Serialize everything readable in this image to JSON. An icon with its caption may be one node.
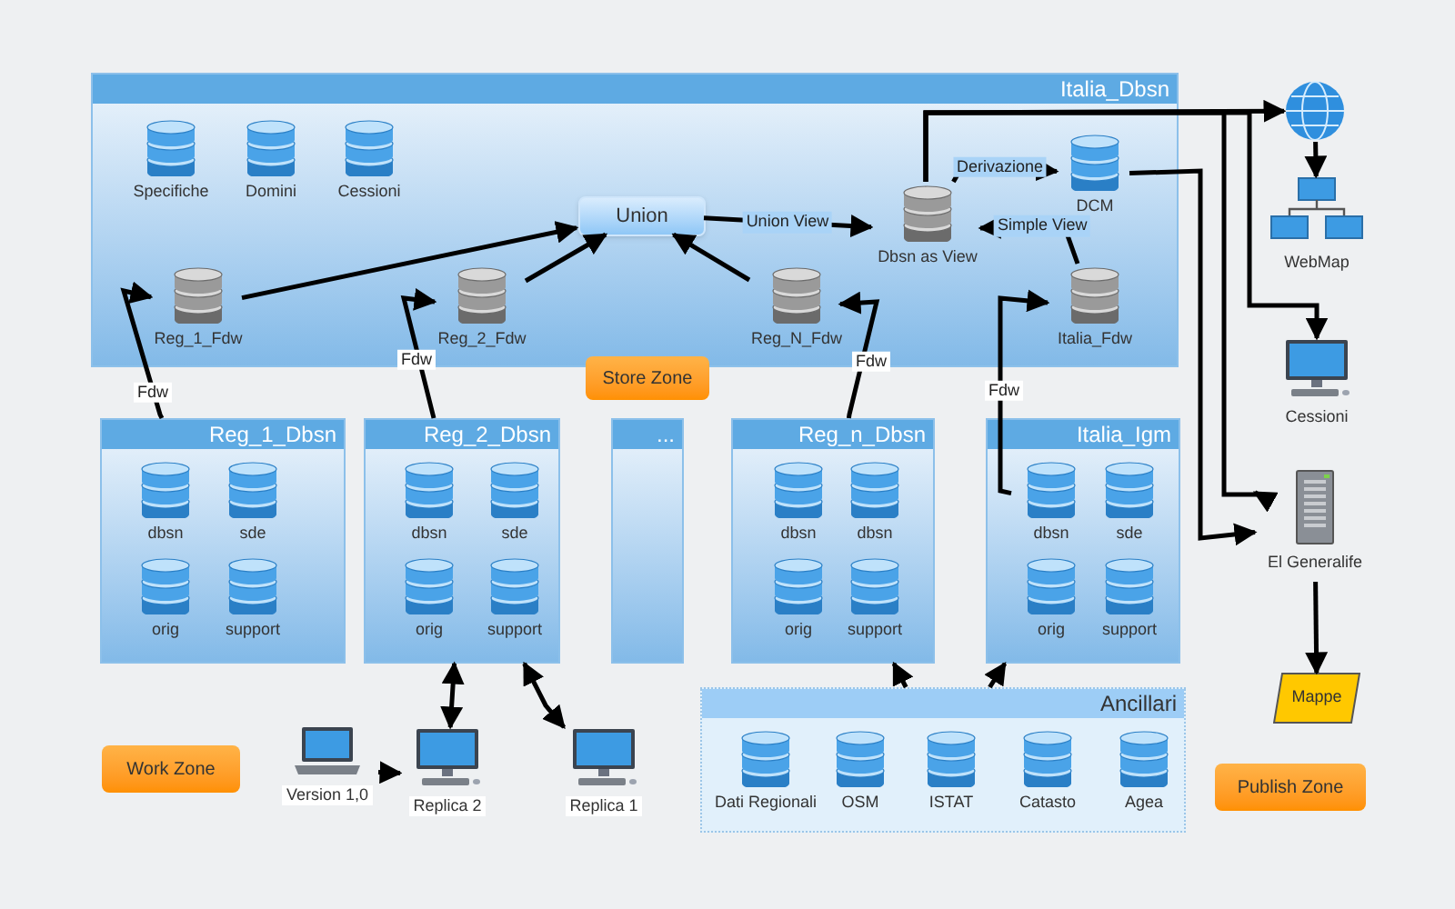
{
  "diagram": {
    "nodes": [
      {
        "text": [
          "Italia_Dbsn"
        ]
      },
      {
        "text": [
          "Specifiche"
        ],
        "in": 0
      },
      {
        "text": [
          "Domini"
        ],
        "in": 0
      },
      {
        "text": [
          "Cessioni"
        ],
        "in": 0
      },
      {
        "text": [
          "Union"
        ],
        "in": 0
      },
      {
        "text": [
          "Reg_1_Fdw"
        ],
        "in": 0
      },
      {
        "text": [
          "Reg_2_Fdw"
        ],
        "in": 0
      },
      {
        "text": [
          "Reg_N_Fdw"
        ],
        "in": 0
      },
      {
        "text": [
          "Dbsn as View"
        ],
        "in": 0
      },
      {
        "text": [
          "DCM"
        ],
        "in": 0
      },
      {
        "text": [
          "Italia_Fdw"
        ],
        "in": 0
      },
      {
        "text": [
          "Store Zone"
        ]
      },
      {
        "text": [
          "Reg_1_Dbsn"
        ]
      },
      {
        "text": [
          "dbsn"
        ],
        "in": 12
      },
      {
        "text": [
          "sde"
        ],
        "in": 12
      },
      {
        "text": [
          "orig"
        ],
        "in": 12
      },
      {
        "text": [
          "support"
        ],
        "in": 12
      },
      {
        "text": [
          "Reg_2_Dbsn"
        ]
      },
      {
        "text": [
          "dbsn"
        ],
        "in": 17
      },
      {
        "text": [
          "sde"
        ],
        "in": 17
      },
      {
        "text": [
          "orig"
        ],
        "in": 17
      },
      {
        "text": [
          "support"
        ],
        "in": 17
      },
      {
        "text": [
          "..."
        ]
      },
      {
        "text": [
          "Reg_n_Dbsn"
        ]
      },
      {
        "text": [
          "dbsn"
        ],
        "in": 23
      },
      {
        "text": [
          "dbsn"
        ],
        "in": 23
      },
      {
        "text": [
          "orig"
        ],
        "in": 23
      },
      {
        "text": [
          "support"
        ],
        "in": 23
      },
      {
        "text": [
          "Italia_Igm"
        ]
      },
      {
        "text": [
          "dbsn"
        ],
        "in": 28
      },
      {
        "text": [
          "sde"
        ],
        "in": 28
      },
      {
        "text": [
          "orig"
        ],
        "in": 28
      },
      {
        "text": [
          "support"
        ],
        "in": 28
      },
      {
        "text": [
          "Ancillari"
        ]
      },
      {
        "text": [
          "Dati Regionali"
        ],
        "in": 33
      },
      {
        "text": [
          "OSM"
        ],
        "in": 33
      },
      {
        "text": [
          "ISTAT"
        ],
        "in": 33
      },
      {
        "text": [
          "Catasto"
        ],
        "in": 33
      },
      {
        "text": [
          "Agea"
        ],
        "in": 33
      },
      {
        "text": [
          "Work Zone"
        ]
      },
      {
        "text": [
          "Version 1,0"
        ]
      },
      {
        "text": [
          "Replica 2"
        ]
      },
      {
        "text": [
          "Replica 1"
        ]
      },
      {
        "text": [],
        "shape": "picture"
      },
      {
        "text": [
          "WebMap"
        ]
      },
      {
        "text": [
          "Cessioni"
        ]
      },
      {
        "text": [
          "El Generalife"
        ]
      },
      {
        "text": [
          "Mappe"
        ]
      },
      {
        "text": [
          "Publish Zone"
        ]
      }
    ],
    "edges": [
      {
        "from": 12,
        "to": 5,
        "arrow": "to",
        "label": "Fdw"
      },
      {
        "from": 17,
        "to": 6,
        "arrow": "to",
        "label": "Fdw"
      },
      {
        "from": 23,
        "to": 7,
        "arrow": "to",
        "label": "Fdw"
      },
      {
        "from": 29,
        "to": 10,
        "arrow": "to",
        "label": "Fdw"
      },
      {
        "from": 5,
        "to": 4,
        "arrow": "to"
      },
      {
        "from": 6,
        "to": 4,
        "arrow": "to"
      },
      {
        "from": 7,
        "to": 4,
        "arrow": "to"
      },
      {
        "from": 4,
        "to": 8,
        "arrow": "to",
        "label": "Union View"
      },
      {
        "from": 8,
        "to": 9,
        "arrow": "to",
        "label": "Derivazione"
      },
      {
        "from": 10,
        "to": 8,
        "arrow": "to",
        "label": "Simple View"
      },
      {
        "from": 8,
        "to": 43,
        "arrow": "to"
      },
      {
        "from": 8,
        "to": 45,
        "arrow": "to"
      },
      {
        "from": 8,
        "to": 46,
        "arrow": "to"
      },
      {
        "from": 9,
        "to": 46,
        "arrow": "to"
      },
      {
        "from": 43,
        "to": 44,
        "arrow": "to"
      },
      {
        "from": 46,
        "to": 47,
        "arrow": "to"
      },
      {
        "from": 17,
        "to": 41,
        "arrow": "both"
      },
      {
        "from": 17,
        "to": 42,
        "arrow": "both"
      },
      {
        "from": 40,
        "to": 41,
        "arrow": "to"
      },
      {
        "from": 33,
        "to": 23,
        "arrow": "to"
      },
      {
        "from": 33,
        "to": 28,
        "arrow": "to"
      }
    ]
  }
}
